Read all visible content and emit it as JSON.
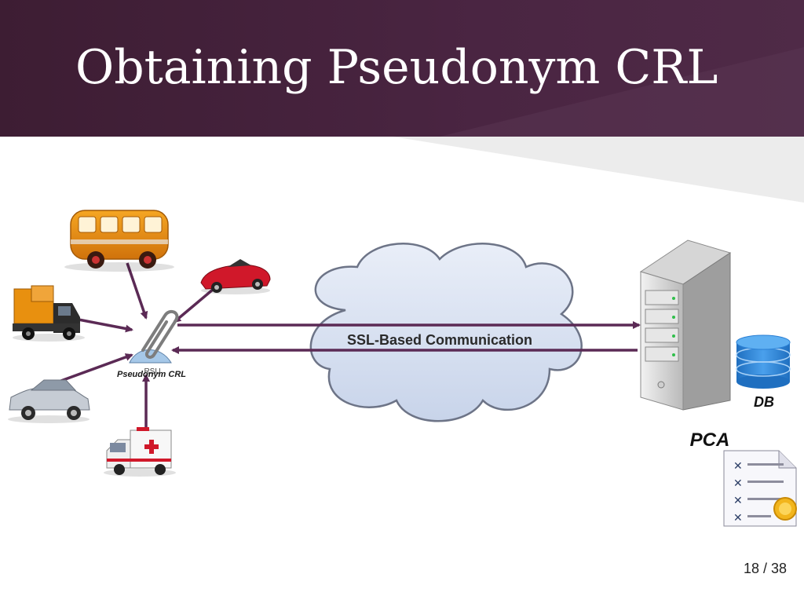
{
  "slide": {
    "title": "Obtaining Pseudonym CRL",
    "page": "18 / 38"
  },
  "diagram": {
    "cloud_label": "SSL-Based Communication",
    "rsu_label": "RSU",
    "rsu_caption": "Pseudonym CRL",
    "server_label": "PCA",
    "db_label": "DB"
  },
  "colors": {
    "header": "#4a2542",
    "arrow": "#5b2a55",
    "cloud_fill": "#d6e0f0",
    "cloud_stroke": "#6d7487",
    "db": "#2a7fd4"
  },
  "icons": [
    "bus-icon",
    "truck-icon",
    "sports-car-icon",
    "sedan-icon",
    "ambulance-icon",
    "paperclip-icon",
    "server-icon",
    "database-icon",
    "crl-document-icon"
  ]
}
